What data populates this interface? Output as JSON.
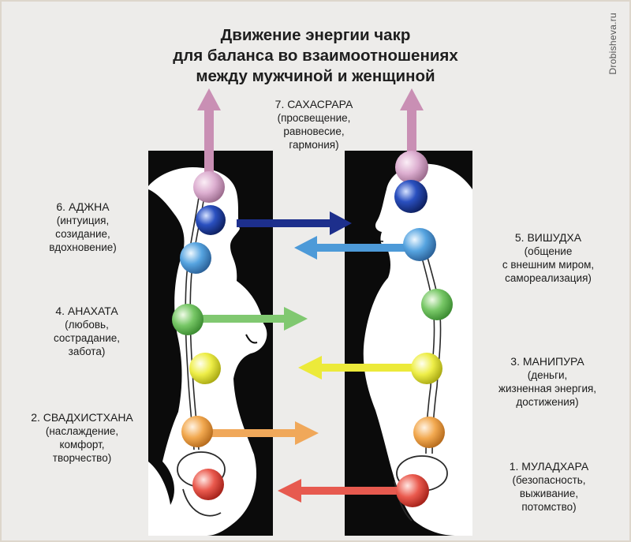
{
  "title": {
    "line1": "Движение энергии чакр",
    "line2": "для баланса во взаимоотношениях",
    "line3": "между мужчиной и женщиной"
  },
  "watermark": "Drobisheva.ru",
  "chakras": {
    "sahasrara": {
      "name": "7. САХАСРАРА",
      "d1": "(просвещение,",
      "d2": "равновесие,",
      "d3": "гармония)",
      "color": "#d9a6c9"
    },
    "ajna": {
      "name": "6. АДЖНА",
      "d1": "(интуиция,",
      "d2": "созидание,",
      "d3": "вдохновение)",
      "color": "#1d3f9e"
    },
    "vishuddha": {
      "name": "5. ВИШУДХА",
      "d1": "(общение",
      "d2": "с внешним миром,",
      "d3": "самореализация)",
      "color": "#4a9ad6"
    },
    "anahata": {
      "name": "4. АНАХАТА",
      "d1": "(любовь,",
      "d2": "сострадание,",
      "d3": "забота)",
      "color": "#6cc25a"
    },
    "manipura": {
      "name": "3. МАНИПУРА",
      "d1": "(деньги,",
      "d2": "жизненная энергия,",
      "d3": "достижения)",
      "color": "#ecea3a"
    },
    "svadhisthana": {
      "name": "2. СВАДХИСТХАНА",
      "d1": "(наслаждение,",
      "d2": "комфорт,",
      "d3": "творчество)",
      "color": "#f3a548"
    },
    "muladhara": {
      "name": "1. МУЛАДХАРА",
      "d1": "(безопасность,",
      "d2": "выживание,",
      "d3": "потомство)",
      "color": "#ea5147"
    }
  }
}
